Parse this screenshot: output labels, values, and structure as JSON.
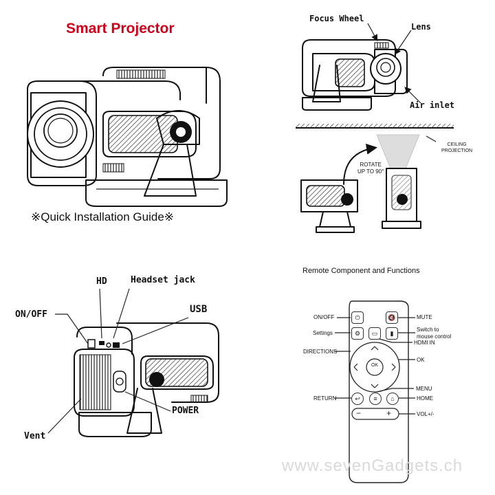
{
  "title": "Smart Projector",
  "title_color": "#d0021b",
  "guide": "※Quick Installation Guide※",
  "top_right": {
    "focus_wheel": "Focus Wheel",
    "lens": "Lens",
    "air_inlet": "Air inlet",
    "rotate_line1": "ROTATE",
    "rotate_line2": "UP TO 90°",
    "ceiling_line1": "CEILING",
    "ceiling_line2": "PROJECTION"
  },
  "ports": {
    "hd": "HD",
    "headset": "Headset jack",
    "usb": "USB",
    "on_off": "ON/OFF",
    "power": "POWER",
    "vent": "Vent"
  },
  "remote": {
    "title": "Remote Component and Functions",
    "on_off": "ON/OFF",
    "mute": "MUTE",
    "settings": "Settings",
    "mouse_line1": "Switch to",
    "mouse_line2": "mouse control",
    "hdmi": "HDMI IN",
    "directions": "DIRECTIONS",
    "ok": "OK",
    "menu": "MENU",
    "return": "RETURN",
    "home": "HOME",
    "vol": "VOL+/-",
    "btn_ok": "OK",
    "btn_minus": "−",
    "btn_plus": "+"
  },
  "icons": {
    "power": "power-icon",
    "mute": "mute-icon",
    "settings": "settings-icon",
    "hdmi": "hdmi-icon",
    "mouse": "mouse-icon",
    "return": "return-icon",
    "menu": "menu-icon",
    "home": "home-icon"
  },
  "watermark": "www.sevenGadgets.ch"
}
